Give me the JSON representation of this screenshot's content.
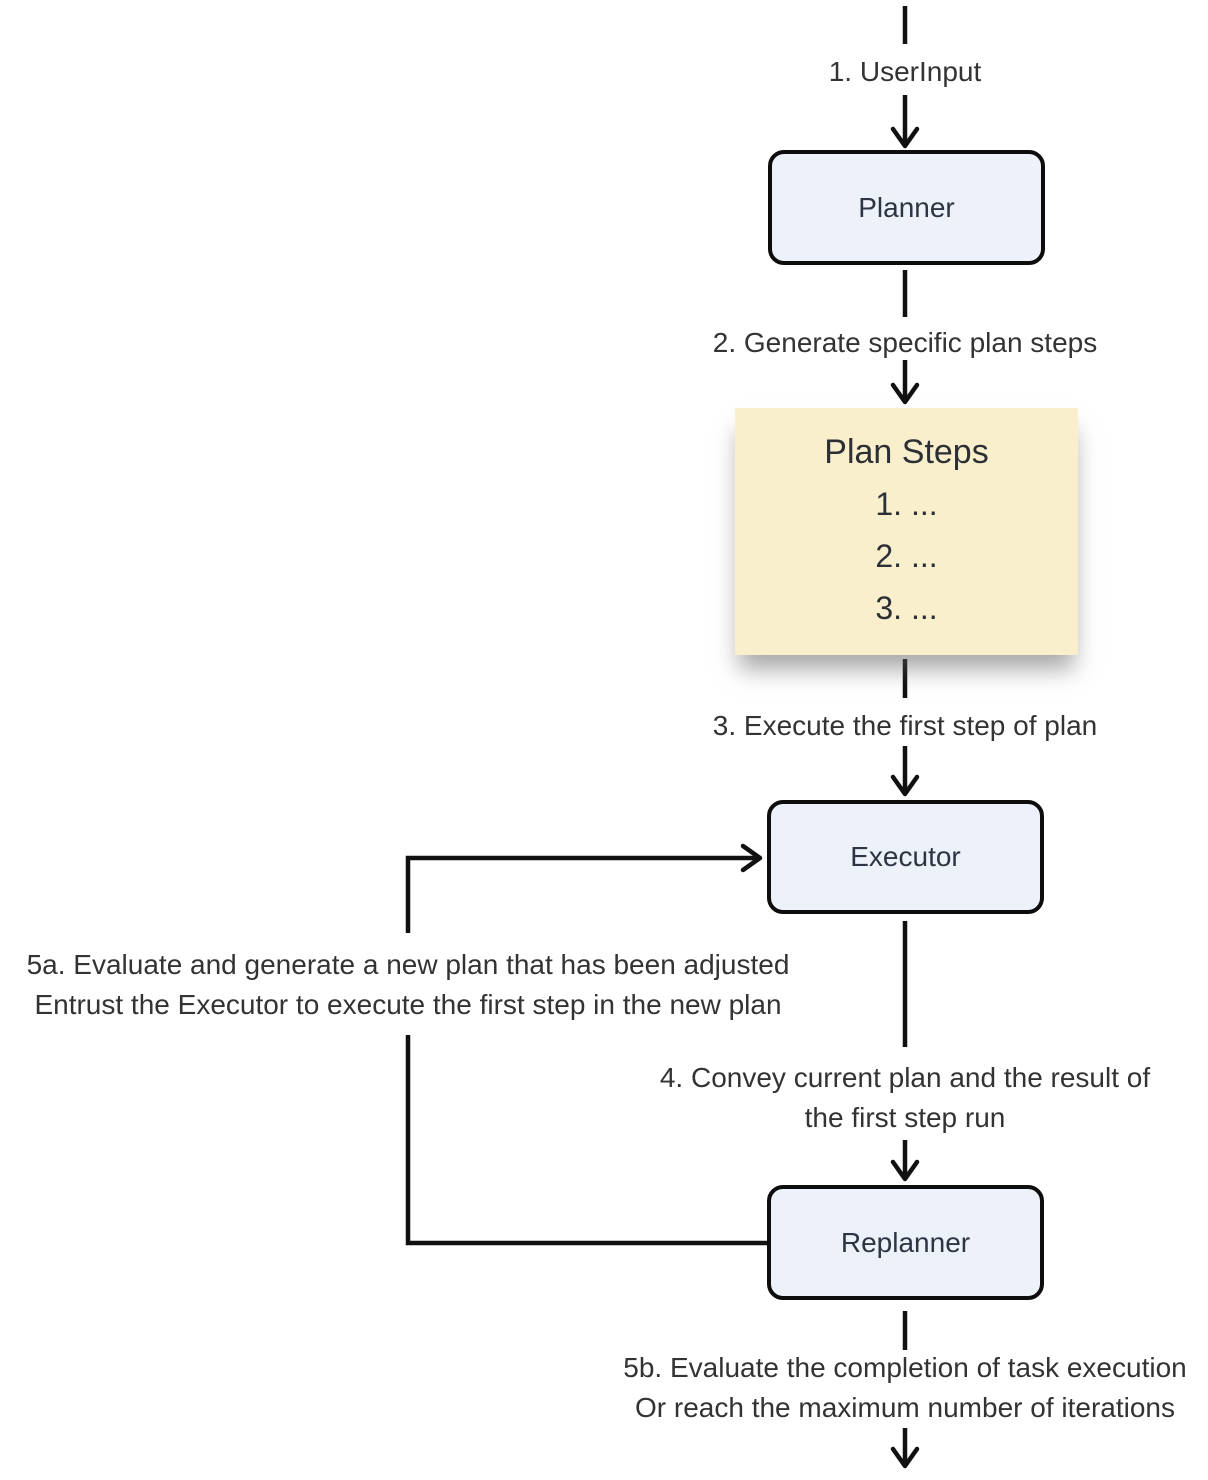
{
  "diagram": {
    "type": "flowchart",
    "direction": "top-down",
    "nodes": {
      "planner": {
        "label": "Planner"
      },
      "executor": {
        "label": "Executor"
      },
      "replanner": {
        "label": "Replanner"
      },
      "plan_steps": {
        "title": "Plan Steps",
        "items": [
          "1. ...",
          "2. ...",
          "3. ..."
        ]
      }
    },
    "edges": {
      "e1": {
        "label": "1. UserInput",
        "from": "start",
        "to": "planner"
      },
      "e2": {
        "label": "2. Generate specific plan steps",
        "from": "planner",
        "to": "plan_steps"
      },
      "e3": {
        "label": "3. Execute the first step of plan",
        "from": "plan_steps",
        "to": "executor"
      },
      "e4": {
        "line1": "4. Convey current plan and the result of",
        "line2": "the first step run",
        "from": "executor",
        "to": "replanner"
      },
      "e5a": {
        "line1": "5a. Evaluate and generate a new plan that has been adjusted",
        "line2": "Entrust the Executor to execute the first step in the new plan",
        "from": "replanner",
        "to": "executor"
      },
      "e5b": {
        "line1": "5b. Evaluate the completion of task execution",
        "line2": "Or reach the maximum number of iterations",
        "from": "replanner",
        "to": "end"
      }
    },
    "colors": {
      "node_fill": "#edf1fa",
      "node_border": "#0d0d0d",
      "note_fill": "#faefcd",
      "line": "#111111",
      "edge_label_text": "#333333",
      "node_text": "#2d3442"
    }
  }
}
